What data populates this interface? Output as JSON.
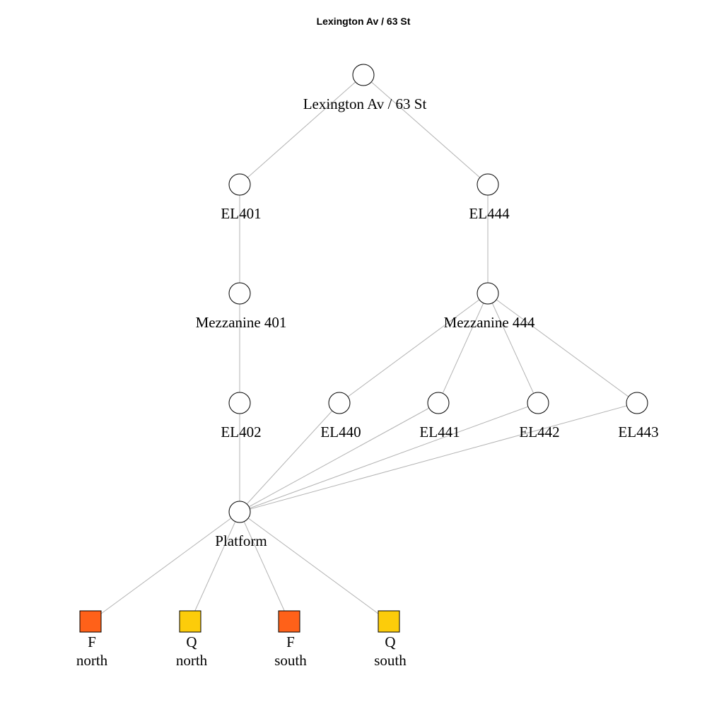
{
  "title": "Lexington Av / 63 St",
  "colors": {
    "F": "#ff6119",
    "Q": "#fccc0a",
    "edge": "#b3b3b3"
  },
  "nodes": [
    {
      "id": "station",
      "shape": "circle",
      "lines": [
        "Lexington Av / 63 St"
      ]
    },
    {
      "id": "el401",
      "shape": "circle",
      "lines": [
        "EL401"
      ]
    },
    {
      "id": "el444",
      "shape": "circle",
      "lines": [
        "EL444"
      ]
    },
    {
      "id": "mezz401",
      "shape": "circle",
      "lines": [
        "Mezzanine 401"
      ]
    },
    {
      "id": "mezz444",
      "shape": "circle",
      "lines": [
        "Mezzanine 444"
      ]
    },
    {
      "id": "el402",
      "shape": "circle",
      "lines": [
        "EL402"
      ]
    },
    {
      "id": "el440",
      "shape": "circle",
      "lines": [
        "EL440"
      ]
    },
    {
      "id": "el441",
      "shape": "circle",
      "lines": [
        "EL441"
      ]
    },
    {
      "id": "el442",
      "shape": "circle",
      "lines": [
        "EL442"
      ]
    },
    {
      "id": "el443",
      "shape": "circle",
      "lines": [
        "EL443"
      ]
    },
    {
      "id": "platform",
      "shape": "circle",
      "lines": [
        "Platform"
      ]
    },
    {
      "id": "f_north",
      "shape": "square",
      "color_key": "F",
      "lines": [
        "F",
        "north"
      ]
    },
    {
      "id": "q_north",
      "shape": "square",
      "color_key": "Q",
      "lines": [
        "Q",
        "north"
      ]
    },
    {
      "id": "f_south",
      "shape": "square",
      "color_key": "F",
      "lines": [
        "F",
        "south"
      ]
    },
    {
      "id": "q_south",
      "shape": "square",
      "color_key": "Q",
      "lines": [
        "Q",
        "south"
      ]
    }
  ],
  "edges": [
    [
      "station",
      "el401"
    ],
    [
      "station",
      "el444"
    ],
    [
      "el401",
      "mezz401"
    ],
    [
      "el444",
      "mezz444"
    ],
    [
      "mezz401",
      "el402"
    ],
    [
      "mezz444",
      "el440"
    ],
    [
      "mezz444",
      "el441"
    ],
    [
      "mezz444",
      "el442"
    ],
    [
      "mezz444",
      "el443"
    ],
    [
      "el402",
      "platform"
    ],
    [
      "el440",
      "platform"
    ],
    [
      "el441",
      "platform"
    ],
    [
      "el442",
      "platform"
    ],
    [
      "el443",
      "platform"
    ],
    [
      "platform",
      "f_north"
    ],
    [
      "platform",
      "q_north"
    ],
    [
      "platform",
      "f_south"
    ],
    [
      "platform",
      "q_south"
    ]
  ]
}
